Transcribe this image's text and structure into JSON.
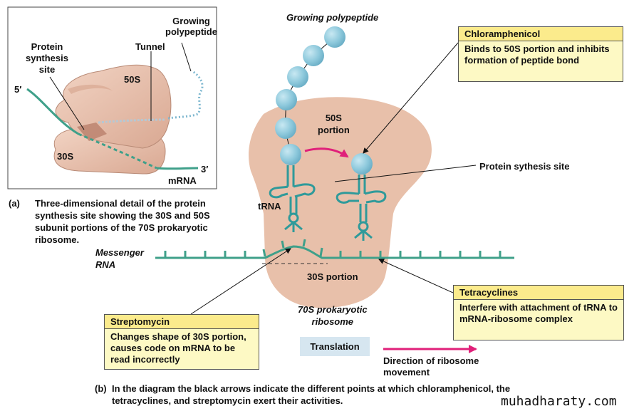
{
  "panel_a": {
    "labels": {
      "growing_polypeptide": "Growing\npolypeptide",
      "tunnel": "Tunnel",
      "protein_synthesis_site": "Protein\nsynthesis\nsite",
      "subunit_50s": "50S",
      "subunit_30s": "30S",
      "five_prime": "5′",
      "three_prime": "3′",
      "mrna": "mRNA"
    },
    "caption_tag": "(a)",
    "caption": "Three-dimensional detail of the protein synthesis site showing the 30S and 50S subunit portions of the 70S prokaryotic ribosome."
  },
  "panel_b": {
    "labels": {
      "growing_polypeptide": "Growing polypeptide",
      "portion_50s": "50S\nportion",
      "portion_30s": "30S portion",
      "trna": "tRNA",
      "messenger_rna": "Messenger\nRNA",
      "protein_synthesis_site": "Protein sythesis site",
      "ribosome": "70S prokaryotic\nribosome",
      "translation": "Translation",
      "direction": "Direction of ribosome\nmovement"
    },
    "antibiotics": [
      {
        "name": "Chloramphenicol",
        "description": "Binds to 50S portion and inhibits formation of peptide bond"
      },
      {
        "name": "Tetracyclines",
        "description": "Interfere with attachment of tRNA to mRNA-ribosome complex"
      },
      {
        "name": "Streptomycin",
        "description": "Changes shape of 30S portion, causes code on mRNA to be read incorrectly"
      }
    ],
    "caption_tag": "(b)",
    "caption": "In the diagram the black arrows indicate the different points at which chloramphenicol, the tetracyclines, and streptomycin exert their activities."
  },
  "watermark": "muhadharaty.com",
  "colors": {
    "ribosome": "#e8c0aa",
    "rna": "#3fa08a",
    "trna": "#2f9a9a",
    "amino_acid": "#8ec9dc",
    "arrow_magenta": "#e0207a",
    "box_fill": "#fdf9c4",
    "box_header": "#fbeb8c",
    "translation_fill": "#d6e6f0"
  }
}
